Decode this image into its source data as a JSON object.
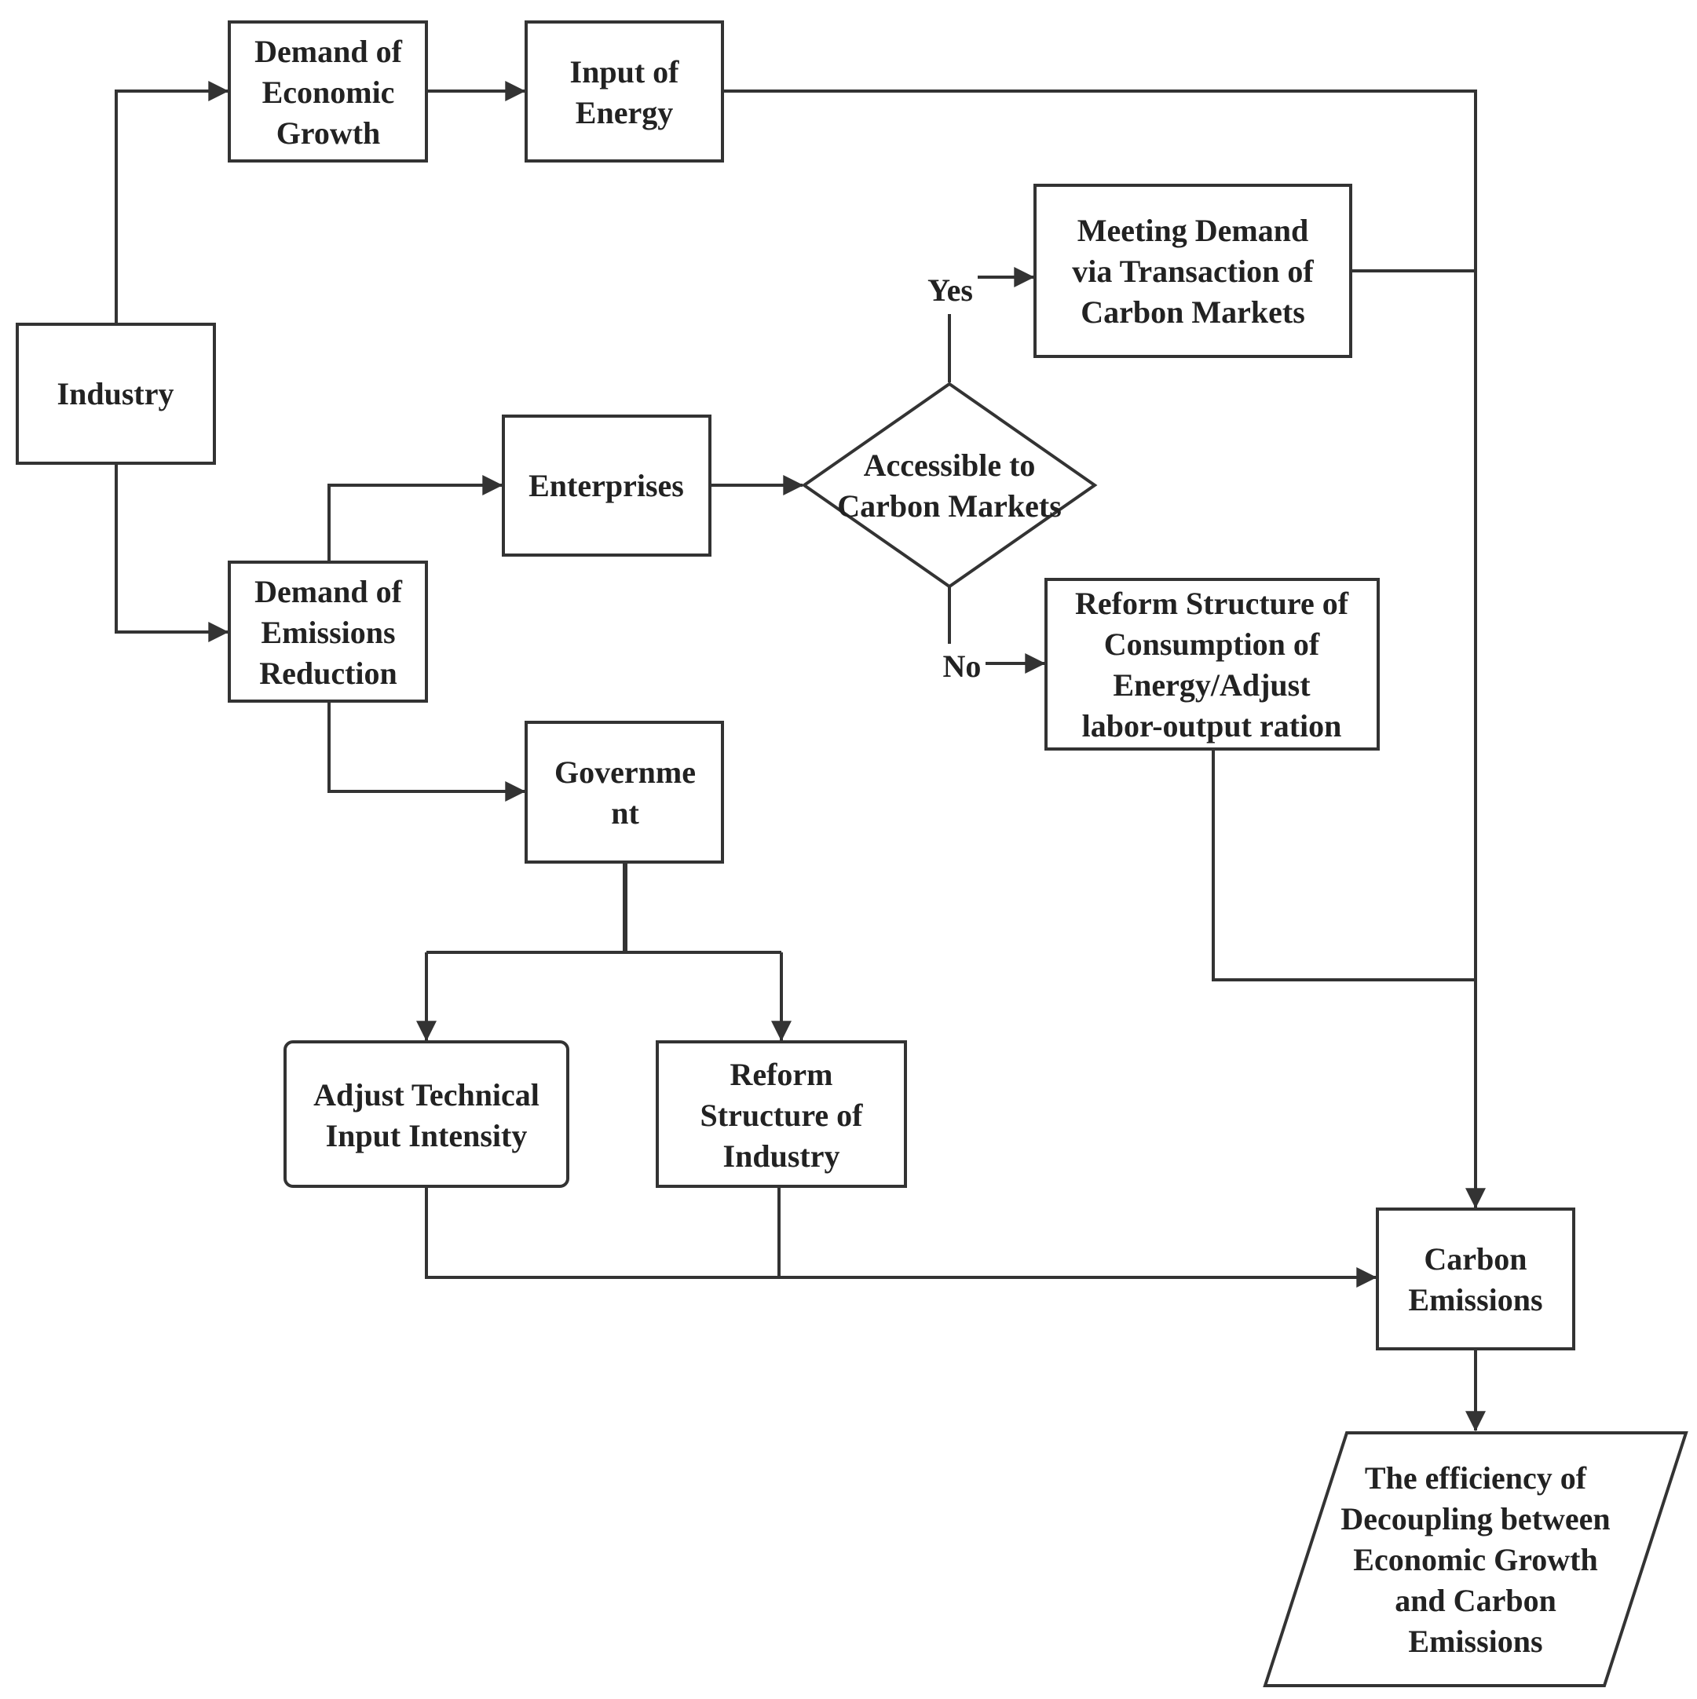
{
  "diagram": {
    "nodes": {
      "industry": [
        "Industry"
      ],
      "demand_growth": [
        "Demand of",
        "Economic",
        "Growth"
      ],
      "input_energy": [
        "Input of",
        "Energy"
      ],
      "meeting_demand": [
        "Meeting Demand",
        "via Transaction of",
        "Carbon Markets"
      ],
      "enterprises": [
        "Enterprises"
      ],
      "accessible": [
        "Accessible to",
        "Carbon Markets"
      ],
      "demand_reduction": [
        "Demand of",
        "Emissions",
        "Reduction"
      ],
      "reform_consumption": [
        "Reform Structure of",
        "Consumption of",
        "Energy/Adjust",
        "labor-output ration"
      ],
      "government": [
        "Governme",
        "nt"
      ],
      "adjust_technical": [
        "Adjust Technical",
        "Input Intensity"
      ],
      "reform_industry": [
        "Reform",
        "Structure of",
        "Industry"
      ],
      "carbon_emissions": [
        "Carbon",
        "Emissions"
      ],
      "efficiency": [
        "The efficiency of",
        "Decoupling between",
        "Economic Growth",
        "and Carbon",
        "Emissions"
      ]
    },
    "labels": {
      "yes": "Yes",
      "no": "No"
    }
  }
}
